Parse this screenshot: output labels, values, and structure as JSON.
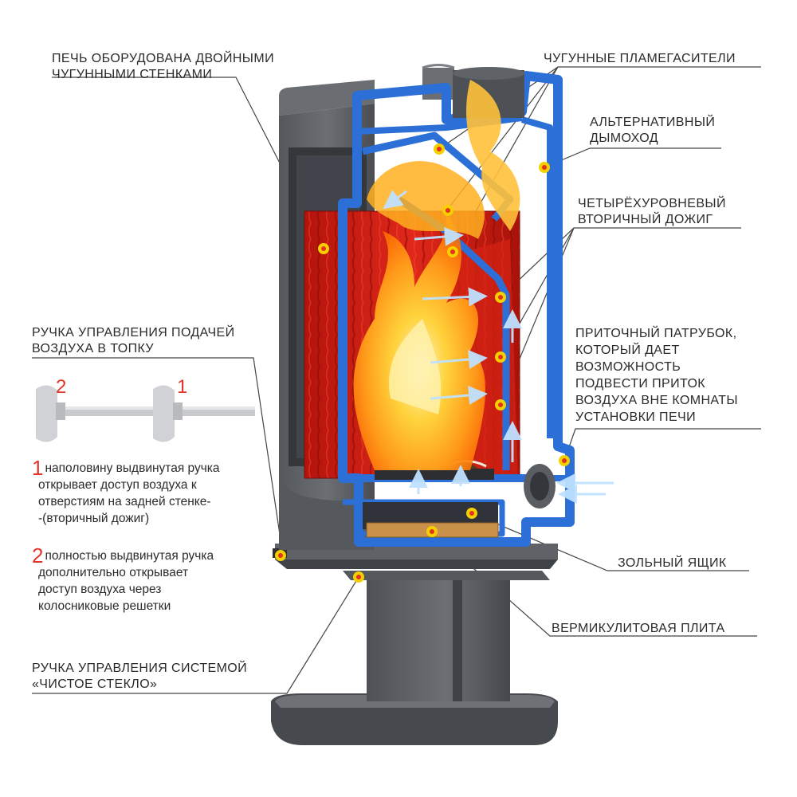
{
  "labels": {
    "double_walls": [
      "ПЕЧЬ ОБОРУДОВАНА ДВОЙНЫМИ",
      "ЧУГУННЫМИ СТЕНКАМИ"
    ],
    "flame_arresters": [
      "ЧУГУННЫЕ ПЛАМЕГАСИТЕЛИ"
    ],
    "alt_chimney": [
      "АЛЬТЕРНАТИВНЫЙ",
      "ДЫМОХОД"
    ],
    "secondary_burn": [
      "ЧЕТЫРЁХУРОВНЕВЫЙ",
      "ВТОРИЧНЫЙ ДОЖИГ"
    ],
    "air_handle": [
      "РУЧКА УПРАВЛЕНИЯ ПОДАЧЕЙ",
      "ВОЗДУХА В ТОПКУ"
    ],
    "intake_pipe": [
      "ПРИТОЧНЫЙ ПАТРУБОК,",
      "КОТОРЫЙ ДАЕТ",
      "ВОЗМОЖНОСТЬ",
      "ПОДВЕСТИ ПРИТОК",
      "ВОЗДУХА ВНЕ КОМНАТЫ",
      "УСТАНОВКИ ПЕЧИ"
    ],
    "ash_box": [
      "ЗОЛЬНЫЙ ЯЩИК"
    ],
    "vermiculite": [
      "ВЕРМИКУЛИТОВАЯ ПЛИТА"
    ],
    "clean_glass": [
      "РУЧКА УПРАВЛЕНИЯ СИСТЕМОЙ",
      "«ЧИСТОЕ СТЕКЛО»"
    ]
  },
  "handle_positions": {
    "pos2": "2",
    "pos1": "1"
  },
  "notes": {
    "note1": {
      "number": "1",
      "lines": [
        "наполовину выдвинутая ручка",
        "открывает доступ воздуха к",
        "отверстиям на задней стенке-",
        "-(вторичный дожиг)"
      ]
    },
    "note2": {
      "number": "2",
      "lines": [
        "полностью выдвинутая ручка",
        "дополнительно открывает",
        "доступ воздуха через",
        "колосниковые решетки"
      ]
    }
  },
  "colors": {
    "accent_red": "#e2352a",
    "steel_blue": "#2c6fd6",
    "stove_gray": "#5b5e63",
    "firebox_red": "#c4180f",
    "marker_yellow": "#f5d000",
    "marker_red": "#e63020",
    "leader_line": "#444444"
  }
}
